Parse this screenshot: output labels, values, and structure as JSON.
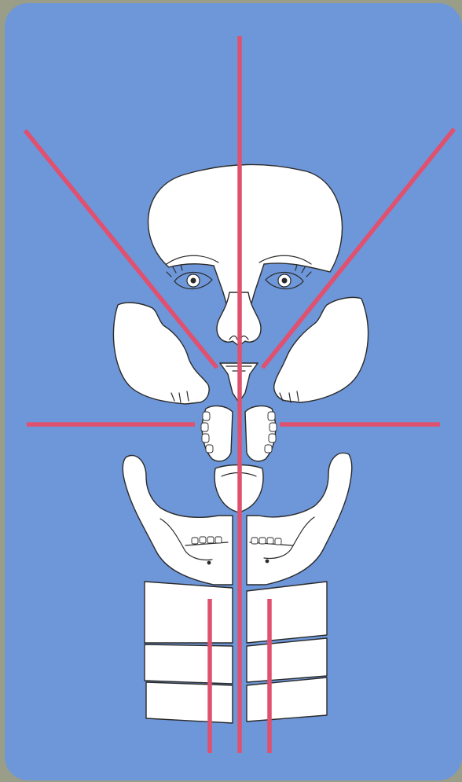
{
  "colors": {
    "backdrop": "#9a9d87",
    "card": "#6e97d9",
    "axis_line": "#e0506f",
    "figure_fill": "#ffffff",
    "outline": "#2a2a2a"
  },
  "figure": {
    "components": [
      "cranium",
      "eyes",
      "nose",
      "left-maxilla",
      "right-maxilla",
      "nasal-spine",
      "upper-dental-arch-left",
      "upper-dental-arch-right",
      "chin-segment",
      "left-mandible",
      "right-mandible",
      "neck-blocks"
    ],
    "cutting_lines": [
      "vertical-midline",
      "upper-left-oblique",
      "upper-right-oblique",
      "left-horizontal",
      "right-horizontal",
      "neck-left-vertical",
      "neck-right-vertical"
    ]
  }
}
